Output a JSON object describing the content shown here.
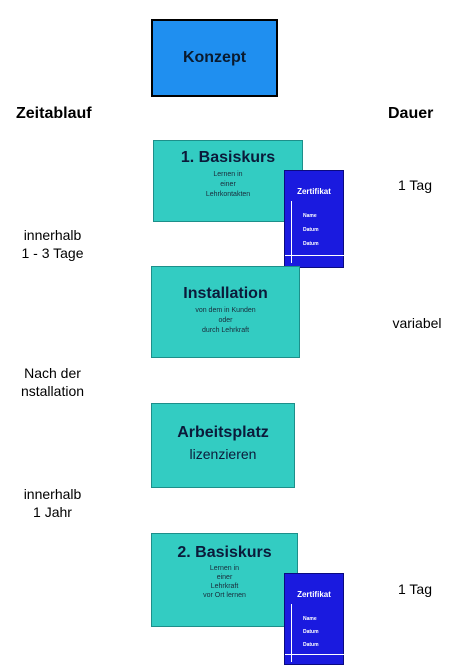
{
  "concept": {
    "label": "Konzept"
  },
  "headers": {
    "left": "Zeitablauf",
    "right": "Dauer"
  },
  "steps": [
    {
      "title": "1. Basiskurs",
      "sub": [
        "Lernen in",
        "einer",
        "Lehrkontakten"
      ]
    },
    {
      "title": "Installation",
      "sub": [
        "von dem in Kunden",
        "oder",
        "durch Lehrkraft"
      ]
    },
    {
      "title": "Arbeitsplatz",
      "sub": [
        "lizenzieren"
      ]
    },
    {
      "title": "2. Basiskurs",
      "sub": [
        "Lernen in",
        "einer",
        "Lehrkraft",
        "vor Ort lernen"
      ]
    }
  ],
  "timeline": [
    {
      "lines": [
        "innerhalb",
        "1 - 3 Tage"
      ]
    },
    {
      "lines": [
        "Nach der",
        "nstallation"
      ]
    },
    {
      "lines": [
        "innerhalb",
        "1 Jahr"
      ]
    }
  ],
  "durations": [
    "1 Tag",
    "variabel",
    "1 Tag"
  ],
  "certificate": {
    "title": "Zertifikat",
    "fields": [
      "Name",
      "Datum",
      "Datum"
    ]
  }
}
